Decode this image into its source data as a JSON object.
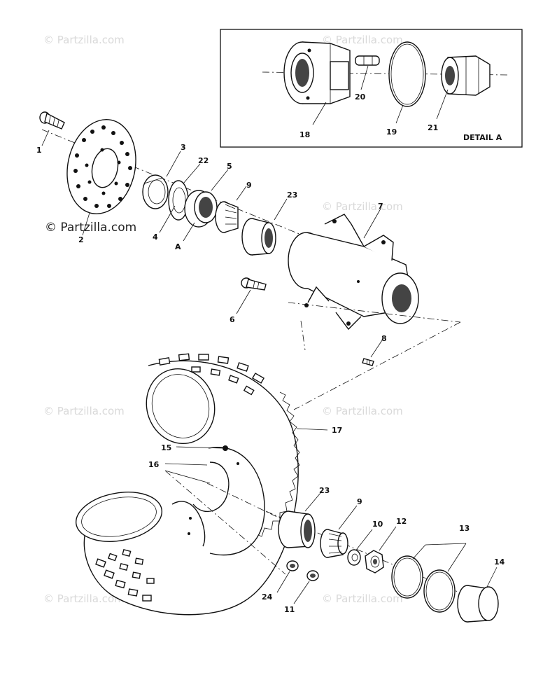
{
  "watermarks": {
    "text": "© Partzilla.com"
  },
  "detail": {
    "title": "DETAIL A"
  },
  "callouts": {
    "c1": "1",
    "c2": "2",
    "c3": "3",
    "c4": "4",
    "c5": "5",
    "c6": "6",
    "c7": "7",
    "c8": "8",
    "c9": "9",
    "c9b": "9",
    "c10": "10",
    "c11": "11",
    "c12": "12",
    "c13": "13",
    "c14": "14",
    "c15": "15",
    "c16": "16",
    "c17": "17",
    "c18": "18",
    "c19": "19",
    "c20": "20",
    "c21": "21",
    "c22": "22",
    "c23": "23",
    "c23b": "23",
    "c24": "24",
    "cA": "A"
  },
  "colors": {
    "ink": "#111111",
    "watermark": "#d9d9d9",
    "background": "#ffffff"
  }
}
